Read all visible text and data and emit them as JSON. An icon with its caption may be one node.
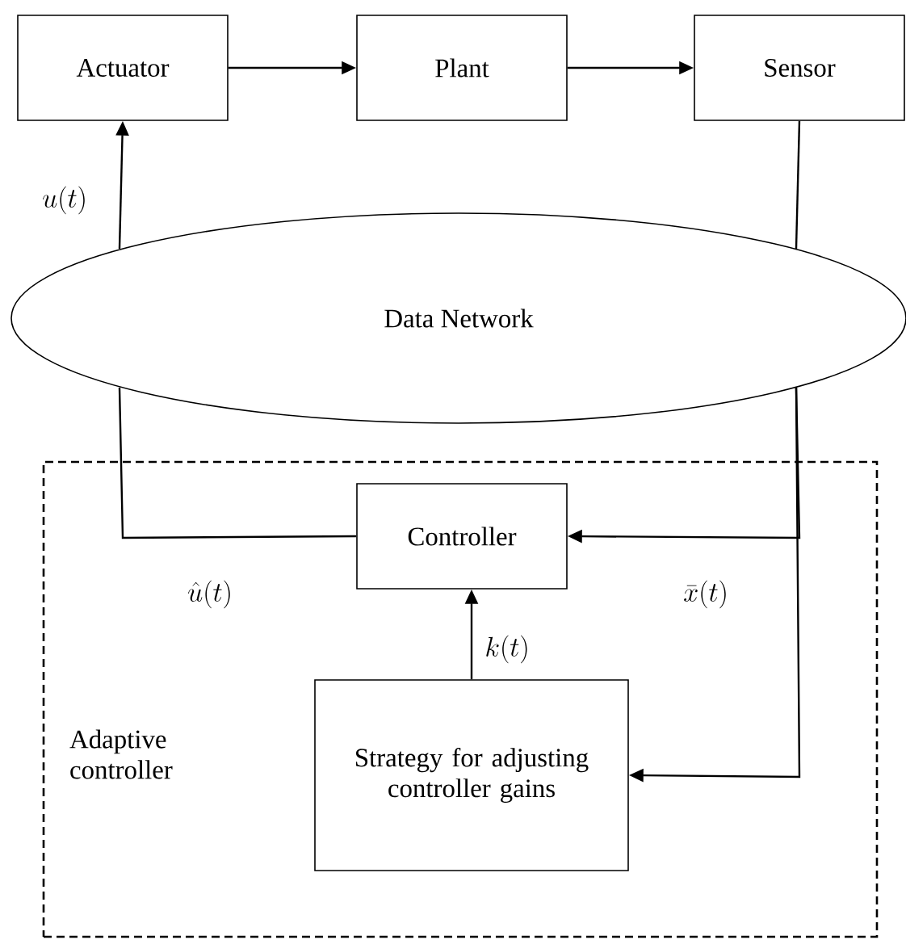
{
  "diagram": {
    "nodes": [
      {
        "text": [
          "Actuator"
        ]
      },
      {
        "text": [
          "Plant"
        ]
      },
      {
        "text": [
          "Sensor"
        ]
      },
      {
        "text": [
          "Data Network"
        ]
      },
      {
        "text": [
          "Adaptive controller"
        ]
      },
      {
        "text": [
          "Controller"
        ],
        "in": 4
      },
      {
        "text": [
          "Strategy for adjusting controller gains"
        ],
        "in": 4
      }
    ],
    "edges": [
      {
        "from": 0,
        "to": 1,
        "arrow": "to"
      },
      {
        "from": 1,
        "to": 2,
        "arrow": "to"
      },
      {
        "from": 3,
        "to": 0,
        "arrow": "to",
        "label": "u(t)"
      },
      {
        "from": 2,
        "to": 3,
        "arrow": "none"
      },
      {
        "from": 5,
        "to": 3,
        "arrow": "none",
        "label": "\\hat{u}(t)"
      },
      {
        "from": 3,
        "to": 5,
        "arrow": "to",
        "label": "\\bar{x}(t)"
      },
      {
        "from": 3,
        "to": 6,
        "arrow": "to"
      },
      {
        "from": 6,
        "to": 5,
        "arrow": "to",
        "label": "k(t)"
      }
    ]
  }
}
